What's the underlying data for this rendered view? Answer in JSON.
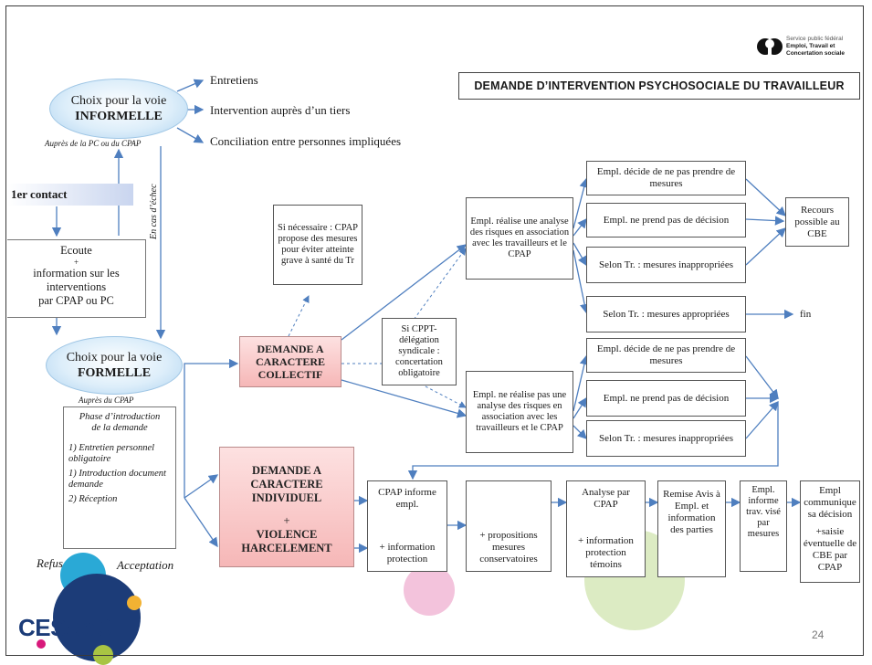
{
  "header": {
    "title": "DEMANDE D’INTERVENTION PSYCHOSOCIALE DU TRAVAILLEUR",
    "logo_text": [
      "Service public fédéral",
      "Emploi, Travail et",
      "Concertation sociale"
    ]
  },
  "informal": {
    "title_line1": "Choix pour la voie",
    "title_line2": "INFORMELLE",
    "note": "Auprès de la PC ou du CPAP",
    "options": [
      "Entretiens",
      "Intervention auprès d’un tiers",
      "Conciliation entre personnes impliquées"
    ]
  },
  "first_contact": {
    "label": "1er contact"
  },
  "listen_box": {
    "lines": [
      "Ecoute",
      "+",
      "information sur les",
      "interventions",
      "par CPAP ou PC"
    ]
  },
  "failure_note": "En cas d’échec",
  "formal": {
    "title_line1": "Choix pour la voie",
    "title_line2": "FORMELLE",
    "note": "Auprès du CPAP"
  },
  "intro_phase": {
    "title": "Phase d’introduction de la demande",
    "steps": [
      "1) Entretien personnel obligatoire",
      "1) Introduction document demande",
      "2) Réception"
    ]
  },
  "outcomes": {
    "refusal": "Refus",
    "acceptance": "Acceptation"
  },
  "collective": {
    "label": "DEMANDE A CARACTERE COLLECTIF",
    "if_needed": "Si nécessaire : CPAP propose des mesures pour éviter atteinte grave à santé du Tr",
    "cppt": "Si CPPT-délégation syndicale : concertation obligatoire",
    "risk_done": "Empl. réalise une analyse des risques en association avec les travailleurs et le CPAP",
    "risk_not_done": "Empl. ne réalise pas une analyse des risques en association avec les travailleurs et le CPAP",
    "branch_top": [
      "Empl. décide de ne pas prendre de mesures",
      "Empl. ne prend pas de décision",
      "Selon Tr. : mesures inappropriées",
      "Selon Tr. : mesures appropriées"
    ],
    "branch_bottom": [
      "Empl. décide de ne pas prendre de mesures",
      "Empl. ne prend pas de décision",
      "Selon Tr. : mesures inappropriées"
    ],
    "appeal": "Recours possible au CBE",
    "end": "fin"
  },
  "individual": {
    "label": "DEMANDE A CARACTERE INDIVIDUEL",
    "plus": "+",
    "violence": "VIOLENCE HARCELEMENT",
    "steps": [
      {
        "top": "CPAP informe empl.",
        "bottom": "+ information protection"
      },
      {
        "top": "",
        "bottom": "+ propositions mesures conservatoires"
      },
      {
        "top": "Analyse par CPAP",
        "bottom": "+ information protection témoins"
      },
      {
        "top": "Remise Avis à Empl. et information des parties",
        "bottom": ""
      },
      {
        "top": "Empl. informe trav. visé par mesures",
        "bottom": ""
      },
      {
        "top": "Empl communique sa décision",
        "bottom": "+saisie éventuelle de CBE par CPAP"
      }
    ]
  },
  "footer": {
    "brand": "CESSoC",
    "page_number": "24"
  },
  "colors": {
    "pink_box": "#f6b7b7",
    "ellipse_blue": "#aed3f0",
    "arrow_blue": "#4f7fbf",
    "first_contact_band": "#c9d5ef"
  }
}
